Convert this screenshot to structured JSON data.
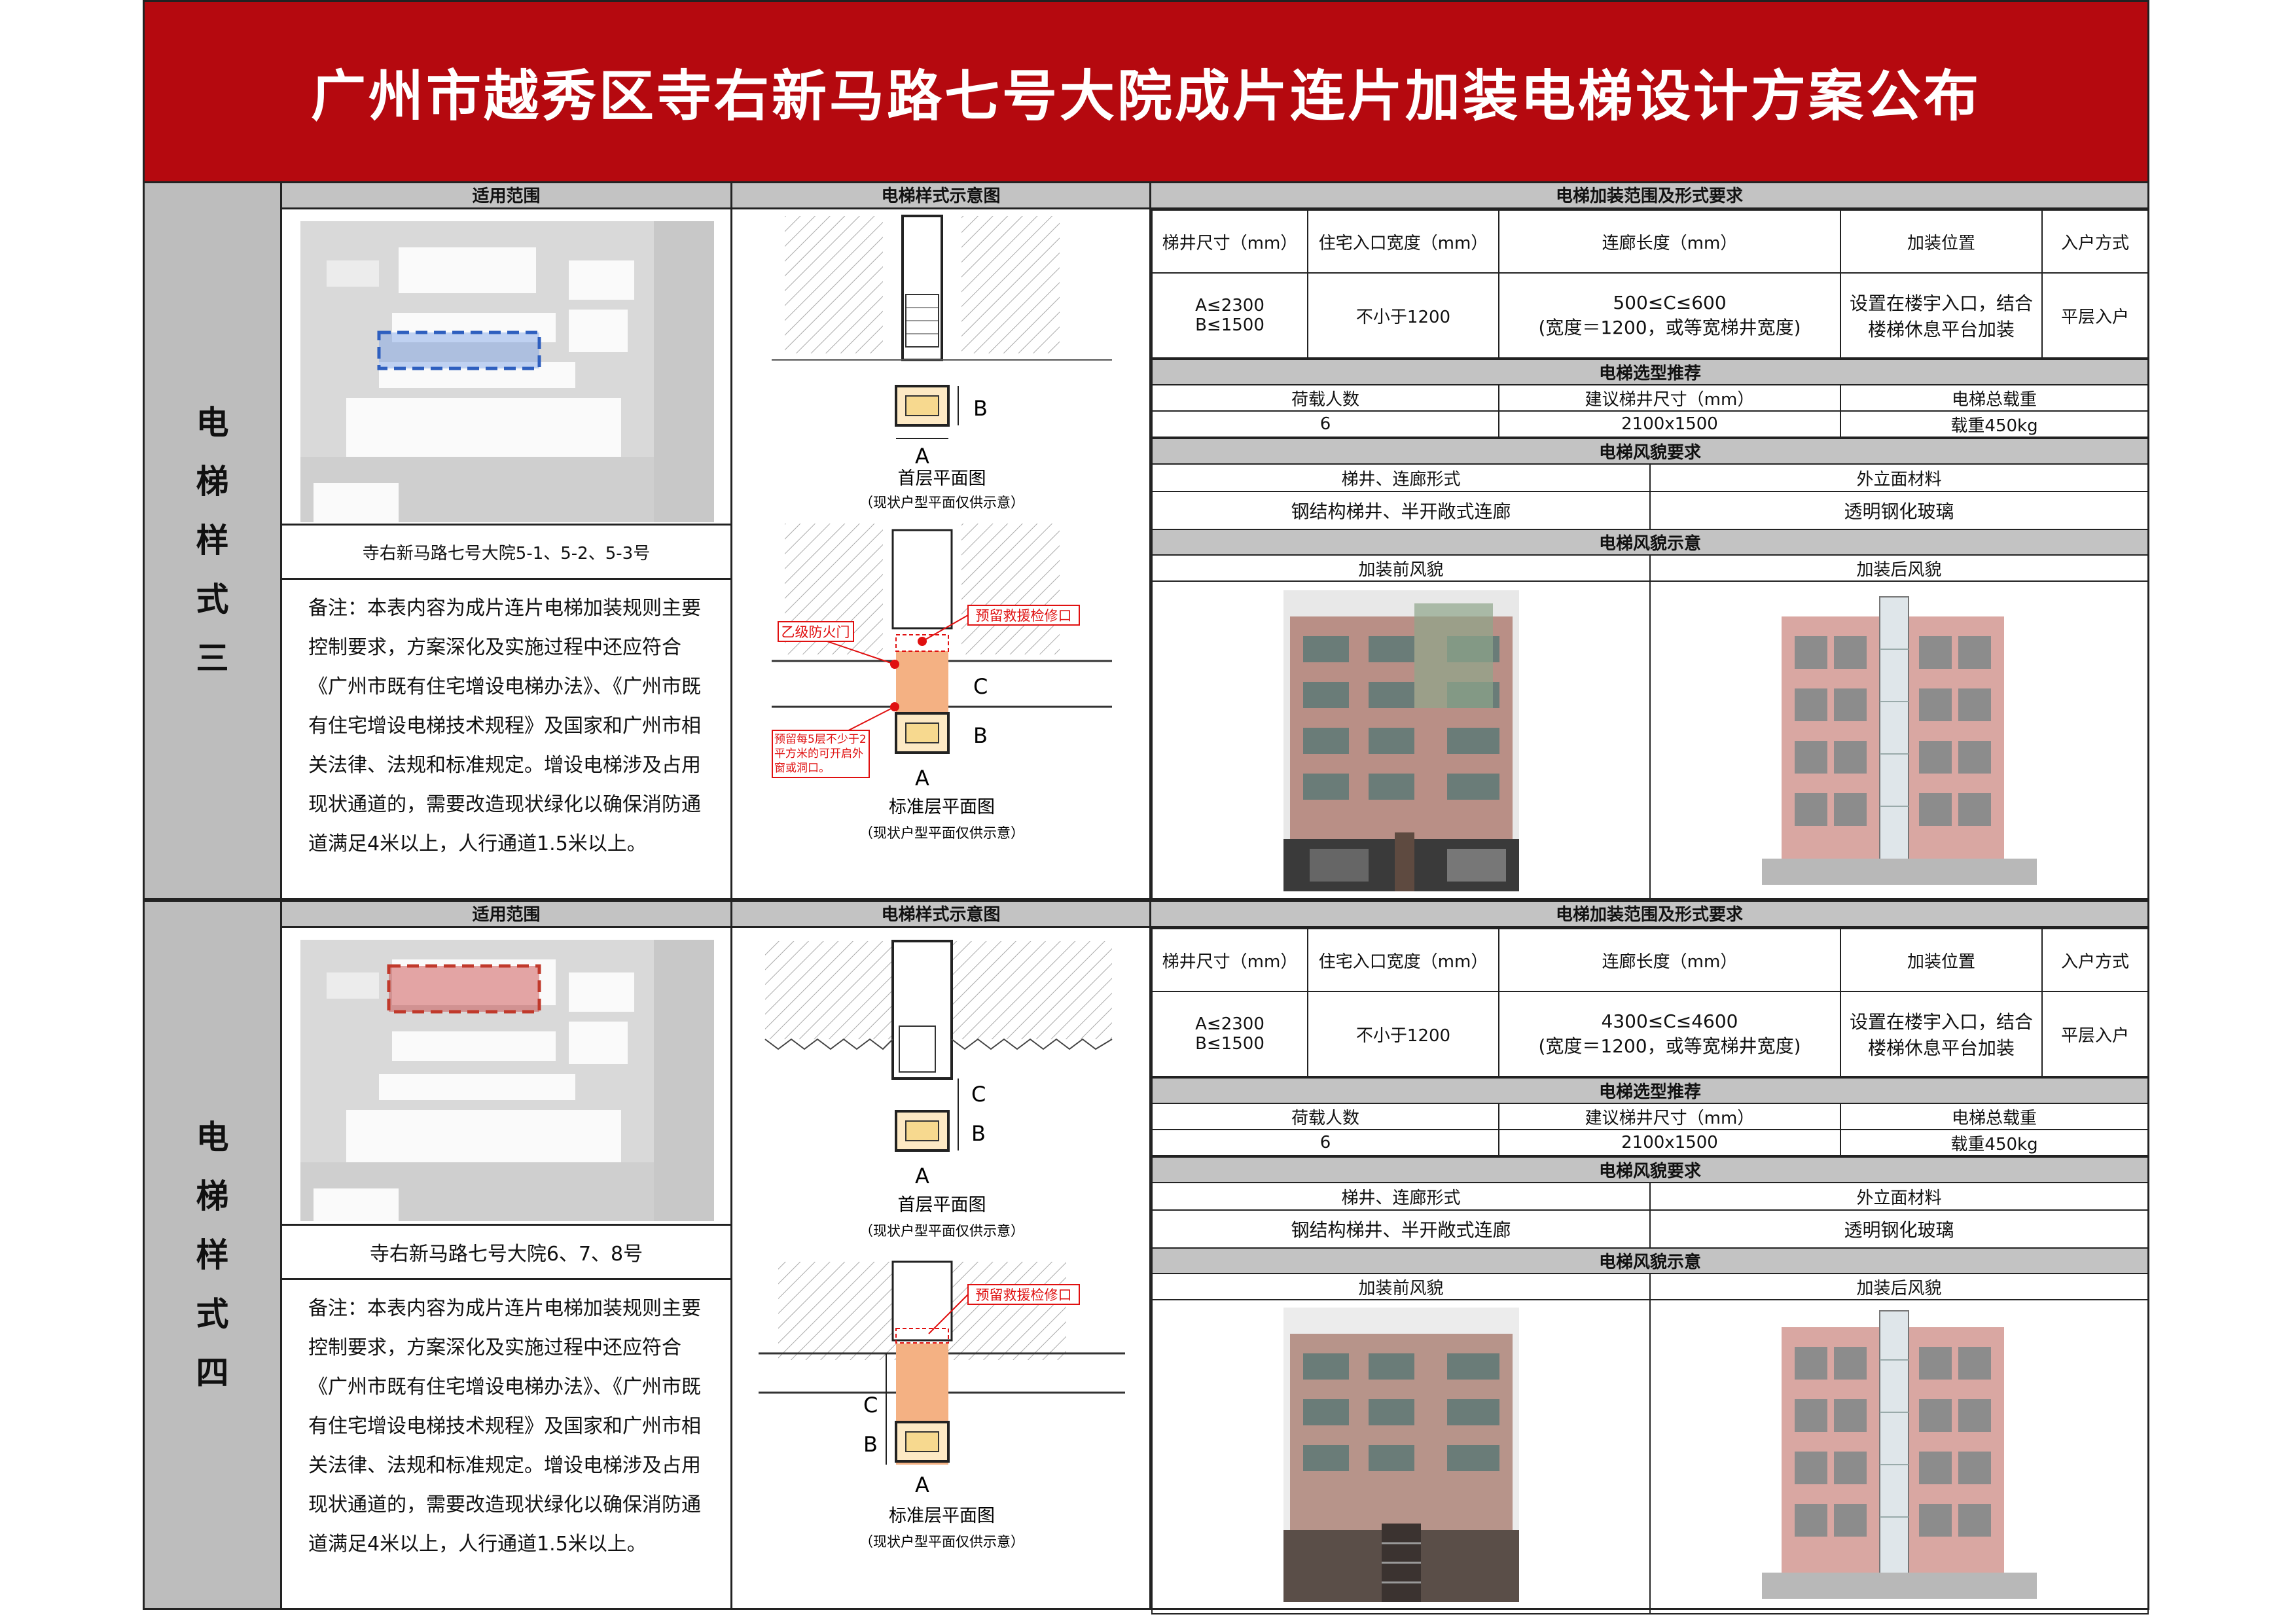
{
  "title": "广州市越秀区寺右新马路七号大院成片连片加装电梯设计方案公布",
  "styles": [
    {
      "side_label": [
        "电",
        "梯",
        "样",
        "式",
        "三"
      ],
      "hdr_scope": "适用范围",
      "hdr_diagram": "电梯样式示意图",
      "hdr_req": "电梯加装范围及形式要求",
      "address": "寺右新马路七号大院5-1、5-2、5-3号",
      "note": "备注：本表内容为成片连片电梯加装规则主要控制要求，方案深化及实施过程中还应符合《广州市既有住宅增设电梯办法》、《广州市既有住宅增设电梯技术规程》及国家和广州市相关法律、法规和标准规定。增设电梯涉及占用现状通道的，需要改造现状绿化以确保消防通道满足4米以上，人行通道1.5米以上。",
      "diagram": {
        "first_floor": "首层平面图",
        "first_floor_sub": "（现状户型平面仅供示意）",
        "std_floor": "标准层平面图",
        "std_floor_sub": "（现状户型平面仅供示意）",
        "label_a": "A",
        "label_b": "B",
        "label_c": "C",
        "callout_fire_door": "乙级防火门",
        "callout_rescue": "预留救援检修口",
        "callout_window": "预留每5层不少于2平方米的可开启外窗或洞口。"
      },
      "req_headers": [
        "梯井尺寸（mm）",
        "住宅入口宽度（mm）",
        "连廊长度（mm）",
        "加装位置",
        "入户方式"
      ],
      "req_values": {
        "shaft": [
          "A≤2300",
          "B≤1500"
        ],
        "entry_width": "不小于1200",
        "corridor": [
          "500≤C≤600",
          "(宽度＝1200，或等宽梯井宽度)"
        ],
        "position": [
          "设置在楼宇入口，结合",
          "楼梯休息平台加装"
        ],
        "entry_mode": "平层入户"
      },
      "sec_selection": "电梯选型推荐",
      "sel_headers": [
        "荷载人数",
        "建议梯井尺寸（mm）",
        "电梯总载重"
      ],
      "sel_values": [
        "6",
        "2100x1500",
        "载重450kg"
      ],
      "sec_appearance": "电梯风貌要求",
      "app_headers": [
        "梯井、连廊形式",
        "外立面材料"
      ],
      "app_values": [
        "钢结构梯井、半开敞式连廊",
        "透明钢化玻璃"
      ],
      "sec_views": "电梯风貌示意",
      "view_headers": [
        "加装前风貌",
        "加装后风貌"
      ]
    },
    {
      "side_label": [
        "电",
        "梯",
        "样",
        "式",
        "四"
      ],
      "hdr_scope": "适用范围",
      "hdr_diagram": "电梯样式示意图",
      "hdr_req": "电梯加装范围及形式要求",
      "address": "寺右新马路七号大院6、7、8号",
      "note": "备注：本表内容为成片连片电梯加装规则主要控制要求，方案深化及实施过程中还应符合《广州市既有住宅增设电梯办法》、《广州市既有住宅增设电梯技术规程》及国家和广州市相关法律、法规和标准规定。增设电梯涉及占用现状通道的，需要改造现状绿化以确保消防通道满足4米以上，人行通道1.5米以上。",
      "diagram": {
        "first_floor": "首层平面图",
        "first_floor_sub": "（现状户型平面仅供示意）",
        "std_floor": "标准层平面图",
        "std_floor_sub": "（现状户型平面仅供示意）",
        "label_a": "A",
        "label_b": "B",
        "label_c": "C",
        "callout_rescue": "预留救援检修口"
      },
      "req_headers": [
        "梯井尺寸（mm）",
        "住宅入口宽度（mm）",
        "连廊长度（mm）",
        "加装位置",
        "入户方式"
      ],
      "req_values": {
        "shaft": [
          "A≤2300",
          "B≤1500"
        ],
        "entry_width": "不小于1200",
        "corridor": [
          "4300≤C≤4600",
          "(宽度＝1200，或等宽梯井宽度)"
        ],
        "position": [
          "设置在楼宇入口，结合",
          "楼梯休息平台加装"
        ],
        "entry_mode": "平层入户"
      },
      "sec_selection": "电梯选型推荐",
      "sel_headers": [
        "荷载人数",
        "建议梯井尺寸（mm）",
        "电梯总载重"
      ],
      "sel_values": [
        "6",
        "2100x1500",
        "载重450kg"
      ],
      "sec_appearance": "电梯风貌要求",
      "app_headers": [
        "梯井、连廊形式",
        "外立面材料"
      ],
      "app_values": [
        "钢结构梯井、半开敞式连廊",
        "透明钢化玻璃"
      ],
      "sec_views": "电梯风貌示意",
      "view_headers": [
        "加装前风貌",
        "加装后风貌"
      ]
    }
  ],
  "colors": {
    "title_bar": "#b5090f",
    "header_gray": "#c3c3c3",
    "highlight_blue": "#2e5fbf",
    "highlight_red": "#c0392b",
    "elevator_orange": "#f4b183",
    "callout_red": "#e01010"
  }
}
